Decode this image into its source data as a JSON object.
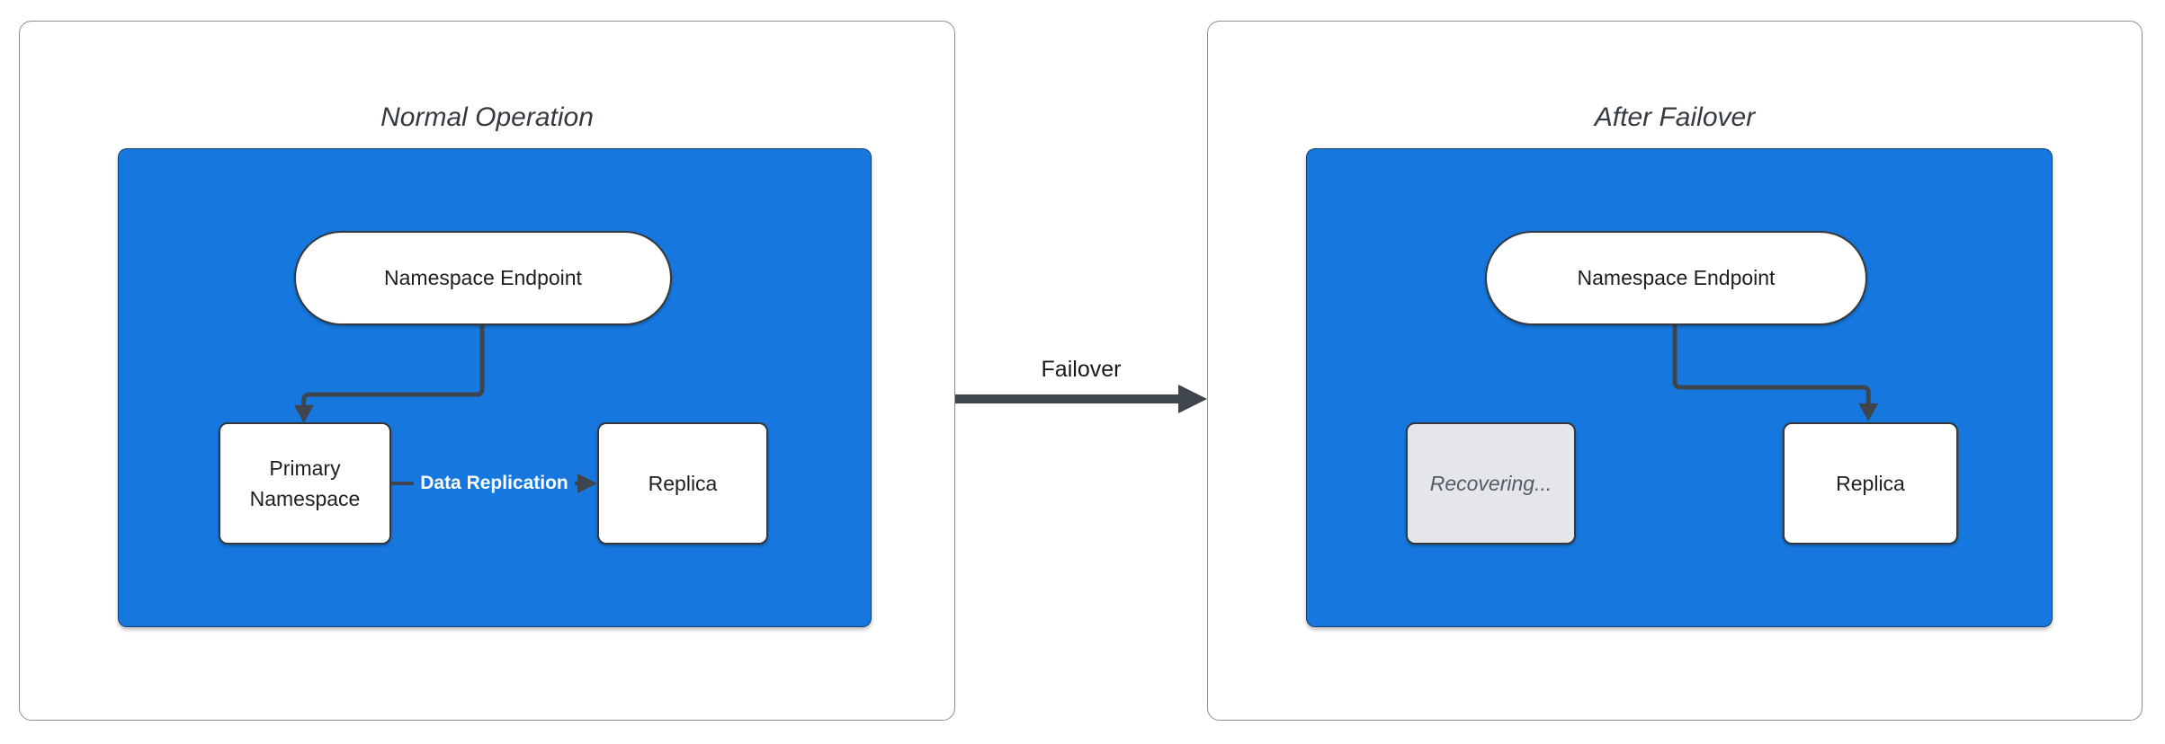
{
  "diagram": {
    "panels": [
      {
        "title": "Normal Operation",
        "nodes": {
          "endpoint": {
            "label": "Namespace Endpoint"
          },
          "primary": {
            "label": "Primary Namespace"
          },
          "replica": {
            "label": "Replica"
          }
        },
        "edges": {
          "replication": {
            "label": "Data Replication"
          }
        }
      },
      {
        "title": "After Failover",
        "nodes": {
          "endpoint": {
            "label": "Namespace Endpoint"
          },
          "recovering": {
            "label": "Recovering..."
          },
          "replica": {
            "label": "Replica"
          }
        }
      }
    ],
    "transition": {
      "label": "Failover"
    }
  },
  "colors": {
    "blue-fill": "#1678DF",
    "panel-border": "#8F8F8F",
    "node-border": "#34383D",
    "arrow": "#3F454D",
    "title-text": "#343A40",
    "node-text": "#1F1F1F",
    "recovering-fill": "#E4E6E9",
    "recovering-text": "#565C64",
    "white": "#FFFFFF"
  }
}
